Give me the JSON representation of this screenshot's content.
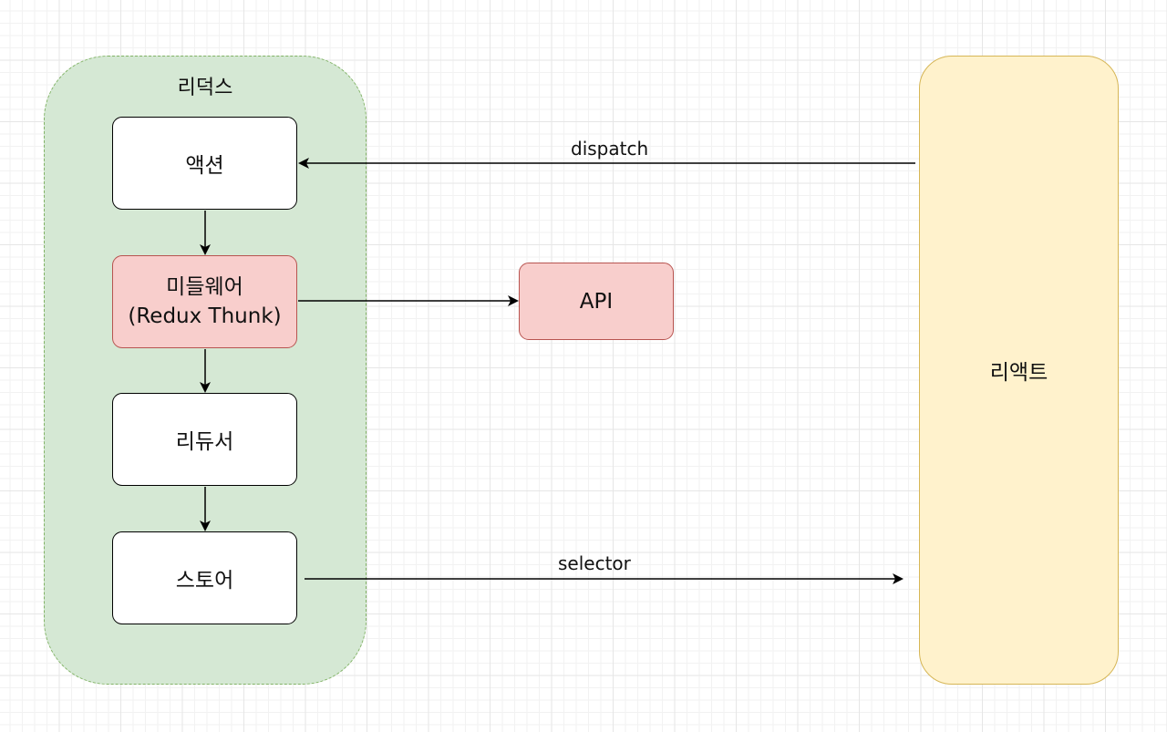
{
  "diagram": {
    "groups": {
      "redux": {
        "title": "리덕스",
        "fill": "#d5e8d4",
        "stroke": "#82b366"
      },
      "react": {
        "title": "리액트",
        "fill": "#fff2cc",
        "stroke": "#d6b656"
      }
    },
    "nodes": {
      "action": {
        "label": "액션"
      },
      "middleware": {
        "label_line1": "미들웨어",
        "label_line2": "(Redux Thunk)",
        "fill": "#f8cecc",
        "stroke": "#b85450"
      },
      "reducer": {
        "label": "리듀서"
      },
      "store": {
        "label": "스토어"
      },
      "api": {
        "label": "API",
        "fill": "#f8cecc",
        "stroke": "#b85450"
      }
    },
    "edges": [
      {
        "from": "react",
        "to": "action",
        "label": "dispatch"
      },
      {
        "from": "action",
        "to": "middleware",
        "label": ""
      },
      {
        "from": "middleware",
        "to": "api",
        "label": ""
      },
      {
        "from": "middleware",
        "to": "reducer",
        "label": ""
      },
      {
        "from": "reducer",
        "to": "store",
        "label": ""
      },
      {
        "from": "store",
        "to": "react",
        "label": "selector"
      }
    ],
    "edge_labels": {
      "dispatch": "dispatch",
      "selector": "selector"
    }
  }
}
